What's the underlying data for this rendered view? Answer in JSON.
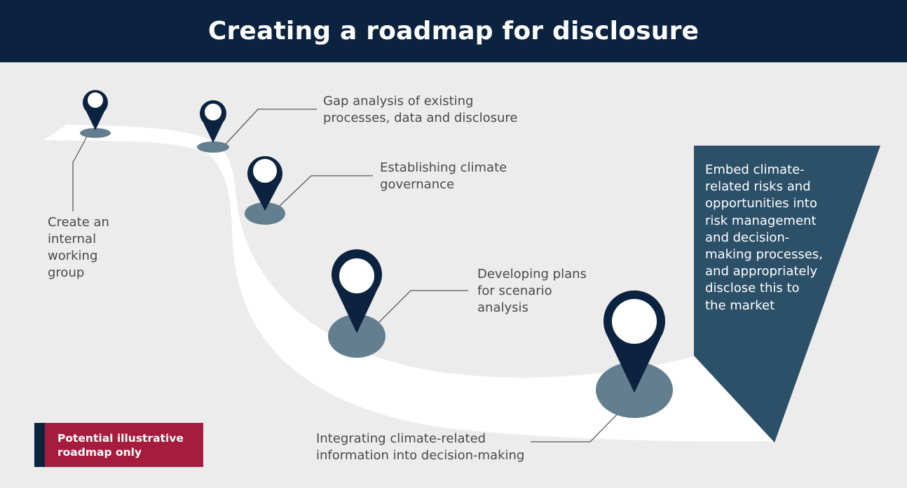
{
  "header": {
    "title": "Creating a roadmap for disclosure"
  },
  "steps": [
    {
      "lines": [
        "Create an",
        "internal",
        "working",
        "group"
      ]
    },
    {
      "lines": [
        "Gap analysis of existing",
        "processes, data and disclosure"
      ]
    },
    {
      "lines": [
        "Establishing climate",
        "governance"
      ]
    },
    {
      "lines": [
        "Developing plans",
        "for scenario",
        "analysis"
      ]
    },
    {
      "lines": [
        "Integrating climate-related",
        "information into decision-making"
      ]
    }
  ],
  "final_step": {
    "lines": [
      "Embed climate-",
      "related risks and",
      "opportunities into",
      "risk management",
      "and decision-",
      "making processes,",
      "and appropriately",
      "disclose this to",
      "the market"
    ]
  },
  "badge": {
    "lines": [
      "Potential illustrative",
      "roadmap only"
    ]
  },
  "colors": {
    "header_bg": "#0c2340",
    "pin": "#0c2340",
    "pin_shadow": "#637f8f",
    "final_block": "#2c5068",
    "badge_bg": "#a51c3f",
    "background": "#ececec"
  }
}
